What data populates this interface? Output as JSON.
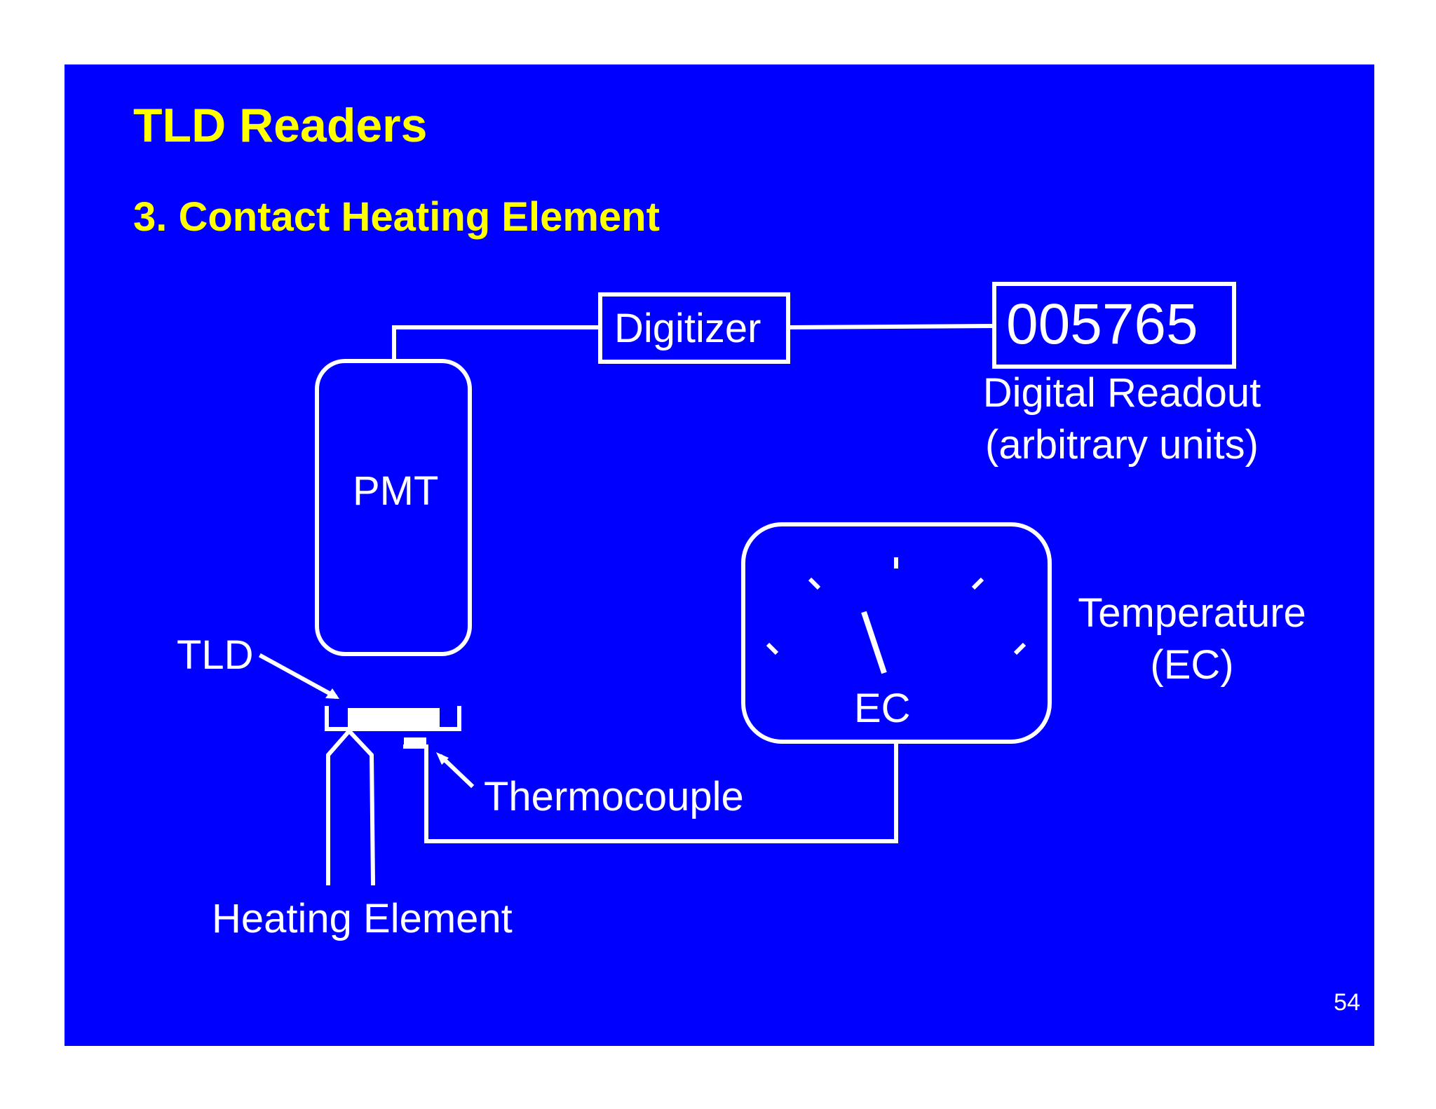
{
  "colors": {
    "background": "#0000ff",
    "title": "#ffff00",
    "lines": "#ffffff"
  },
  "slide": {
    "title": "TLD Readers",
    "subtitle": "3. Contact Heating Element",
    "page_number": "54"
  },
  "diagram": {
    "pmt_label": "PMT",
    "digitizer_label": "Digitizer",
    "readout_value": "005765",
    "readout_caption_line1": "Digital Readout",
    "readout_caption_line2": "(arbitrary units)",
    "gauge_unit": "EC",
    "temperature_label_line1": "Temperature",
    "temperature_label_line2": "(EC)",
    "tld_label": "TLD",
    "thermocouple_label": "Thermocouple",
    "heating_element_label": "Heating Element"
  }
}
